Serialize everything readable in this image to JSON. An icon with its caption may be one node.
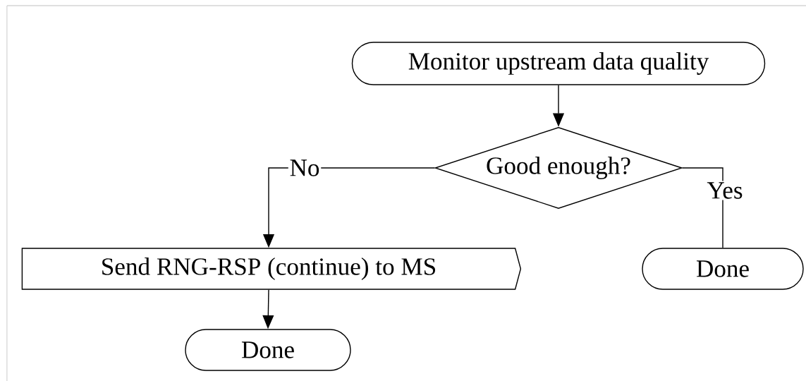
{
  "diagram": {
    "nodes": [
      {
        "text": [
          "Monitor upstream data quality"
        ]
      },
      {
        "text": [
          "Good enough?"
        ]
      },
      {
        "text": [
          "Send RNG-RSP (continue) to MS"
        ]
      },
      {
        "text": [
          "Done"
        ]
      },
      {
        "text": [
          "Done"
        ]
      }
    ],
    "edges": [
      {
        "from": 0,
        "to": 1,
        "arrow": "to"
      },
      {
        "from": 1,
        "to": 2,
        "arrow": "to",
        "label": "No"
      },
      {
        "from": 1,
        "to": 3,
        "arrow": "none",
        "label": "Yes"
      },
      {
        "from": 2,
        "to": 4,
        "arrow": "to"
      }
    ]
  }
}
